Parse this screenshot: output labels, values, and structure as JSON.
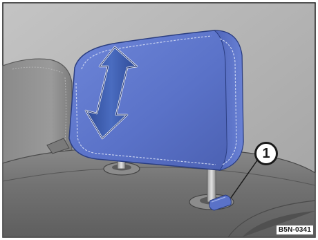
{
  "figure": {
    "callout_number": "1",
    "image_code": "B5N-0341",
    "items": [
      {
        "name": "headrest",
        "color": "#5a72c8"
      },
      {
        "name": "up-down-arrow",
        "color": "#3a58a8"
      },
      {
        "name": "release-button",
        "color": "#5a72c8"
      }
    ],
    "colors": {
      "background": "#a9a9a9",
      "seat": "#6d6d6d",
      "highlight": "#5a72c8",
      "stitching": "#c8d2f0"
    }
  }
}
